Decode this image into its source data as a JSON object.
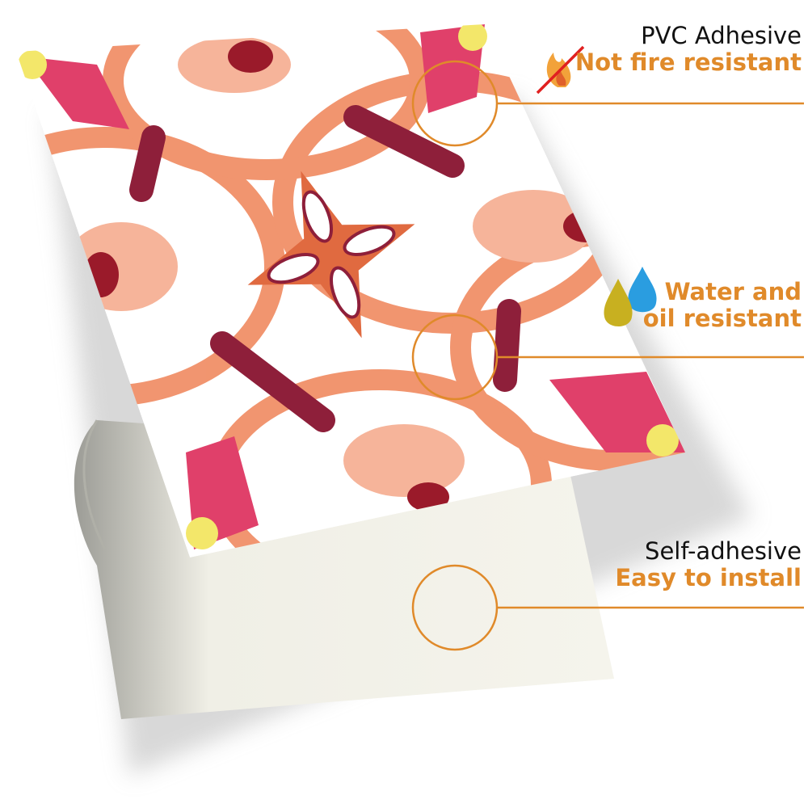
{
  "features": [
    {
      "title": "PVC Adhesive",
      "subtitle": "Not fire resistant",
      "icon": "no-fire-icon"
    },
    {
      "title": "",
      "subtitle_line1": "Water and",
      "subtitle_line2": "oil resistant",
      "icon": "water-oil-drops-icon"
    },
    {
      "title": "Self-adhesive",
      "subtitle": "Easy to install",
      "icon": ""
    }
  ],
  "colors": {
    "accent": "#e08a2a",
    "tile_coral": "#f08a60",
    "tile_maroon": "#8e1f3a",
    "tile_pink": "#e0406a",
    "backing": "#f3f2ea"
  }
}
